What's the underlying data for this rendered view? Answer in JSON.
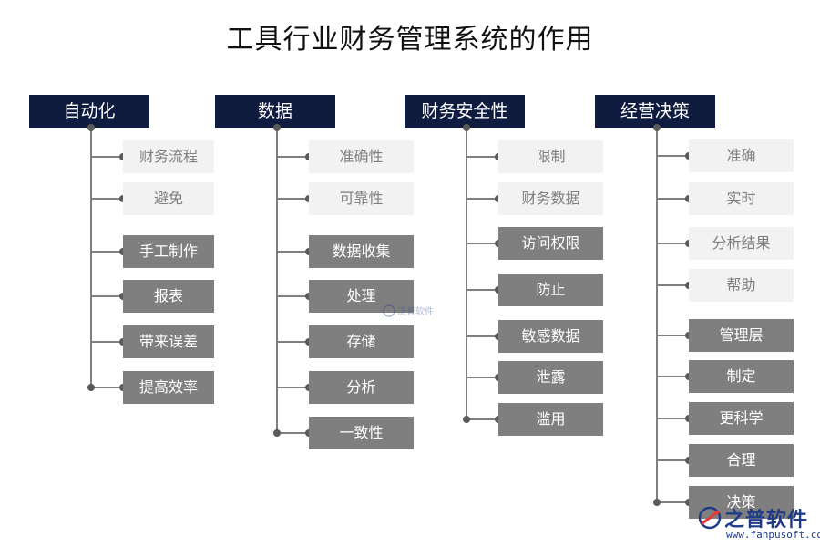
{
  "title": "工具行业财务管理系统的作用",
  "columns": [
    {
      "header": "自动化",
      "items": [
        {
          "label": "财务流程",
          "style": "light"
        },
        {
          "label": "避免",
          "style": "light"
        },
        {
          "label": "手工制作",
          "style": "dark"
        },
        {
          "label": "报表",
          "style": "dark"
        },
        {
          "label": "带来误差",
          "style": "dark"
        },
        {
          "label": "提高效率",
          "style": "dark"
        }
      ]
    },
    {
      "header": "数据",
      "items": [
        {
          "label": "准确性",
          "style": "light"
        },
        {
          "label": "可靠性",
          "style": "light"
        },
        {
          "label": "数据收集",
          "style": "dark"
        },
        {
          "label": "处理",
          "style": "dark"
        },
        {
          "label": "存储",
          "style": "dark"
        },
        {
          "label": "分析",
          "style": "dark"
        },
        {
          "label": "一致性",
          "style": "dark"
        }
      ]
    },
    {
      "header": "财务安全性",
      "items": [
        {
          "label": "限制",
          "style": "light"
        },
        {
          "label": "财务数据",
          "style": "light"
        },
        {
          "label": "访问权限",
          "style": "dark"
        },
        {
          "label": "防止",
          "style": "dark"
        },
        {
          "label": "敏感数据",
          "style": "dark"
        },
        {
          "label": "泄露",
          "style": "dark"
        },
        {
          "label": "滥用",
          "style": "dark"
        }
      ]
    },
    {
      "header": "经营决策",
      "items": [
        {
          "label": "准确",
          "style": "light"
        },
        {
          "label": "实时",
          "style": "light"
        },
        {
          "label": "分析结果",
          "style": "light"
        },
        {
          "label": "帮助",
          "style": "light"
        },
        {
          "label": "管理层",
          "style": "dark"
        },
        {
          "label": "制定",
          "style": "dark"
        },
        {
          "label": "更科学",
          "style": "dark"
        },
        {
          "label": "合理",
          "style": "dark"
        },
        {
          "label": "决策",
          "style": "dark"
        }
      ]
    }
  ],
  "watermark": {
    "brand": "之普软件",
    "url": "www.fanpusoft.com",
    "center_text": "泛普软件"
  },
  "colors": {
    "header_bg": "#0f1c40",
    "dark_node": "#7f7f7f",
    "light_node": "#f2f2f2",
    "line": "#7f7f7f",
    "dot": "#5a5a5a"
  }
}
